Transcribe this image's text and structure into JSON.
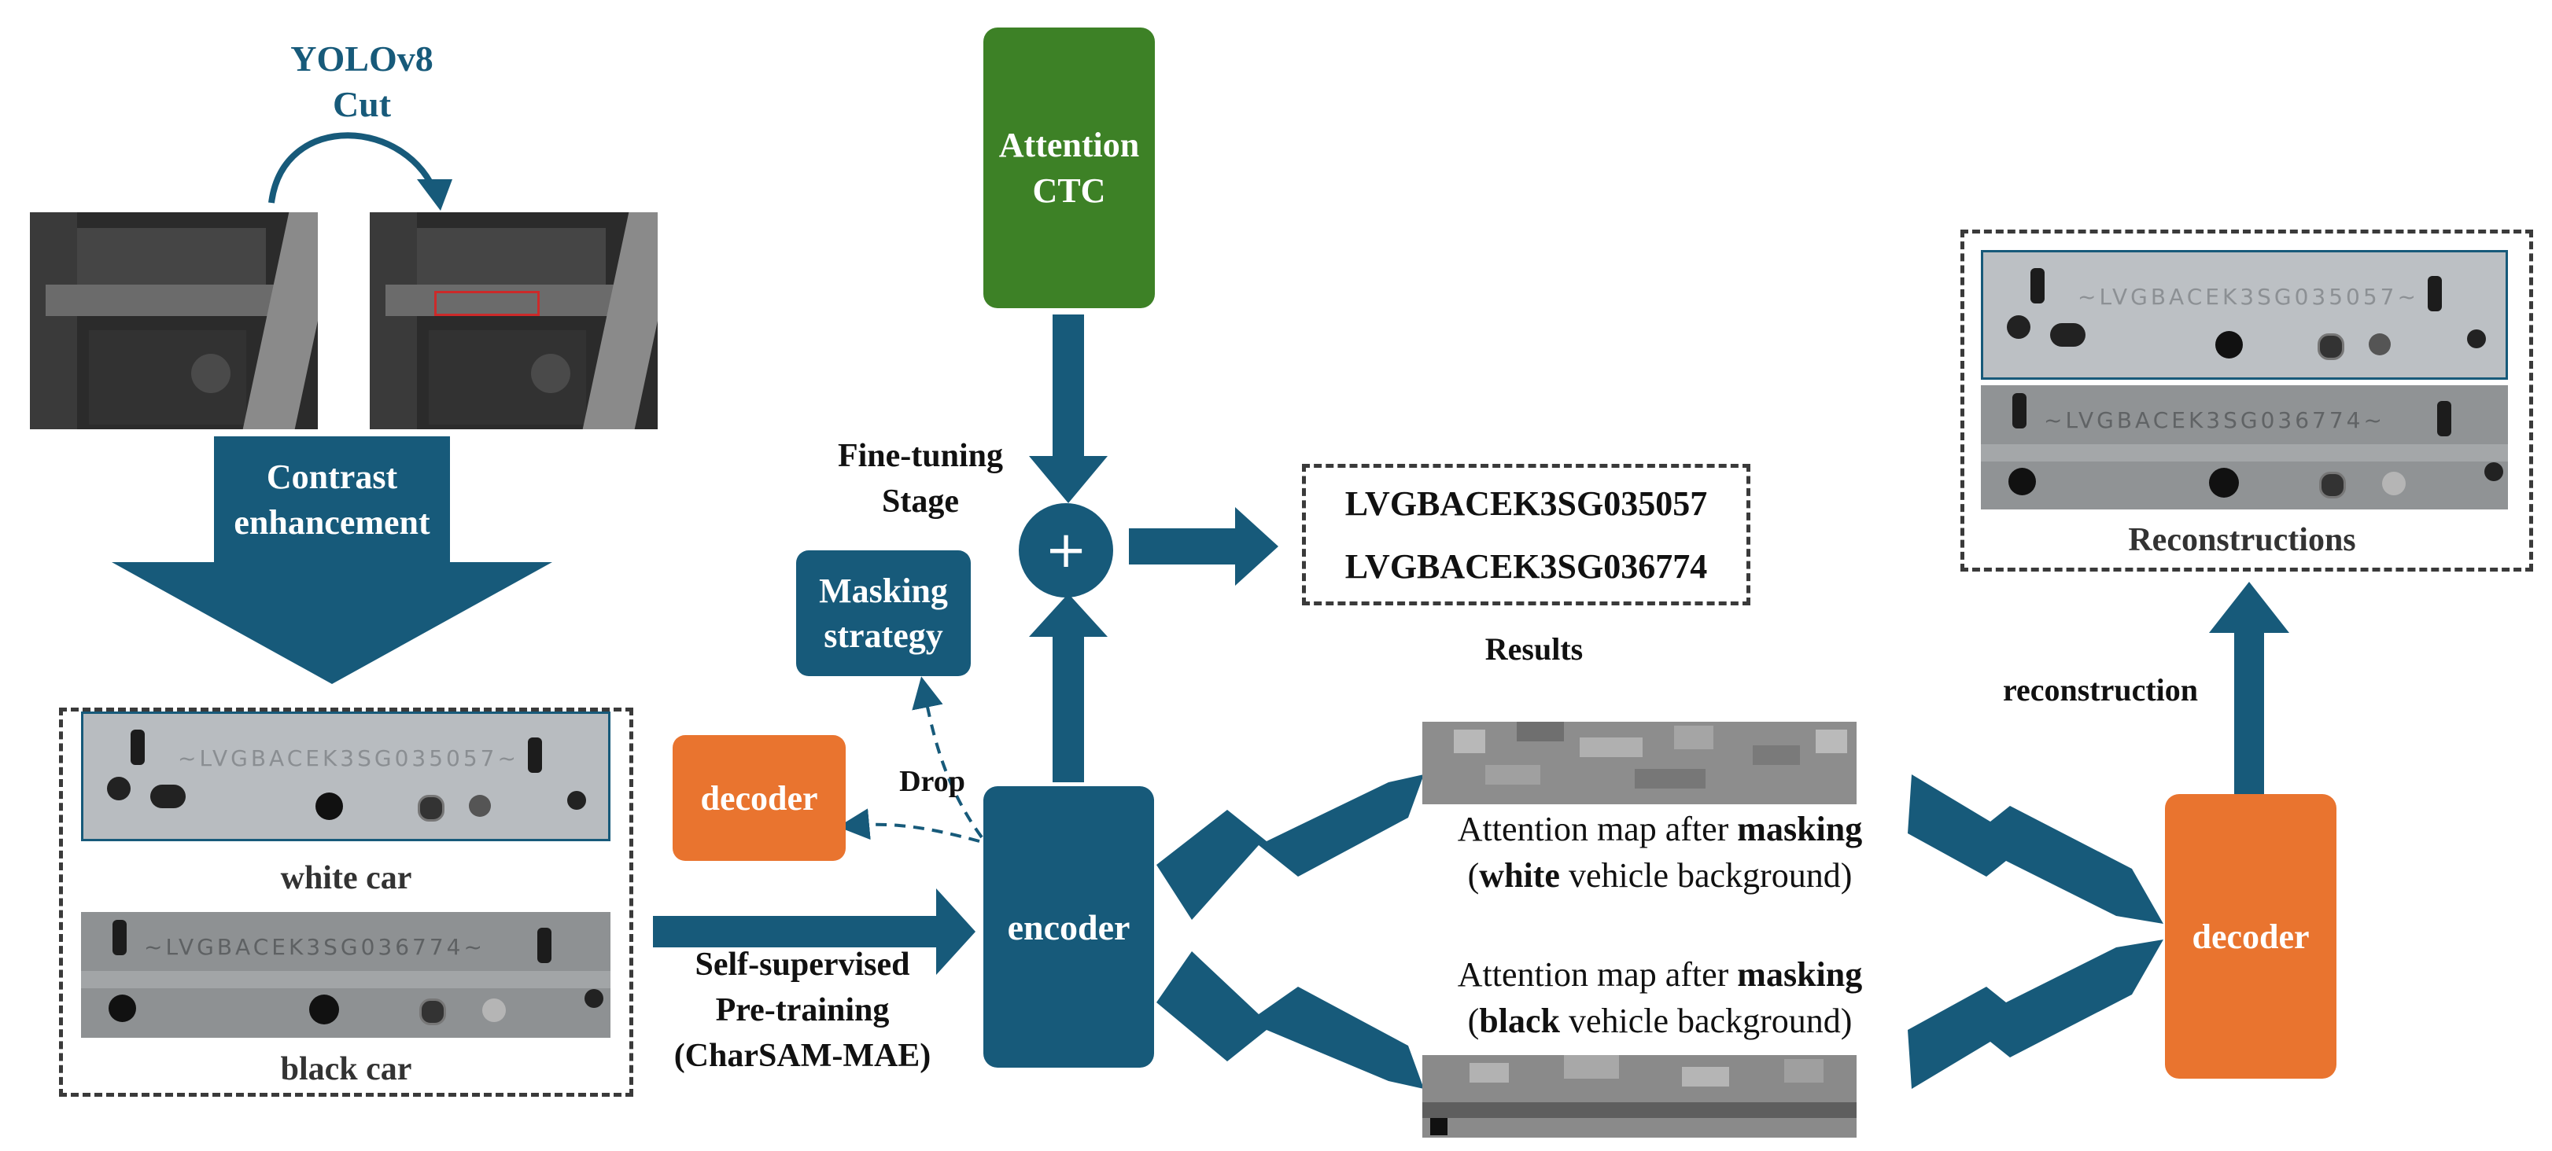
{
  "colors": {
    "navy": "#175a7a",
    "green": "#3d8126",
    "orange": "#e9742f",
    "dash": "#3a3a3a"
  },
  "top": {
    "yolo_label": "YOLOv8",
    "cut_label": "Cut",
    "contrast_label_1": "Contrast",
    "contrast_label_2": "enhancement"
  },
  "samples": {
    "white_label": "white car",
    "black_label": "black car",
    "plate_text_white": "~LVGBACEK3SG035057~",
    "plate_text_black": "~LVGBACEK3SG036774~"
  },
  "pipeline": {
    "selfsup_1": "Self-supervised",
    "selfsup_2": "Pre-training",
    "selfsup_3": "(CharSAM-MAE)",
    "encoder_label": "encoder",
    "decoder_left_label": "decoder",
    "drop_label": "Drop",
    "masking_1": "Masking",
    "masking_2": "strategy",
    "finetune_1": "Fine-tuning",
    "finetune_2": "Stage",
    "attention_1": "Attention",
    "attention_2": "CTC",
    "plus_symbol": "+"
  },
  "results": {
    "line_1": "LVGBACEK3SG035057",
    "line_2": "LVGBACEK3SG036774",
    "label": "Results"
  },
  "attention": {
    "white_prefix": "Attention map after ",
    "white_bold": "masking",
    "white_open": "(",
    "white_word": "white",
    "white_rest": " vehicle background)",
    "black_prefix": "Attention map after ",
    "black_bold": "masking",
    "black_open": "(",
    "black_word": "black",
    "black_rest": " vehicle background)"
  },
  "right": {
    "decoder_label": "decoder",
    "reconstruction_label": "reconstruction",
    "reconstructions_label": "Reconstructions"
  }
}
